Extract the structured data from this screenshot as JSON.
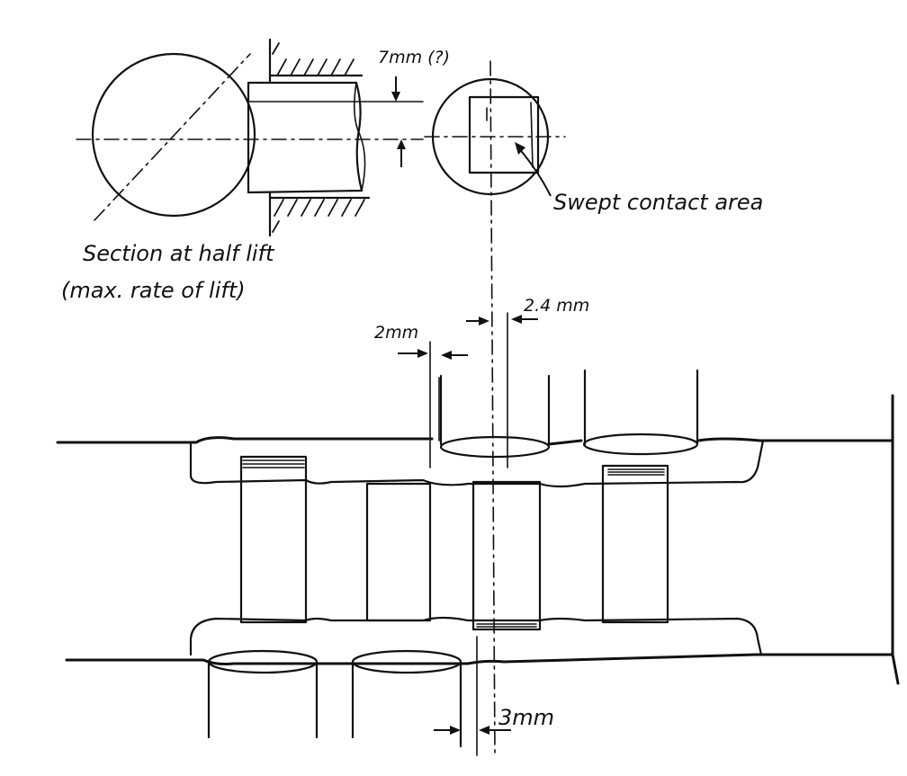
{
  "labels": {
    "gap_top": "7mm (?)",
    "swept_contact_area": "Swept contact area",
    "section_line1": "Section at half lift",
    "section_line2": "(max. rate of lift)",
    "dim_2mm": "2mm",
    "dim_2_4mm": "2.4 mm",
    "dim_3mm": "3mm"
  }
}
